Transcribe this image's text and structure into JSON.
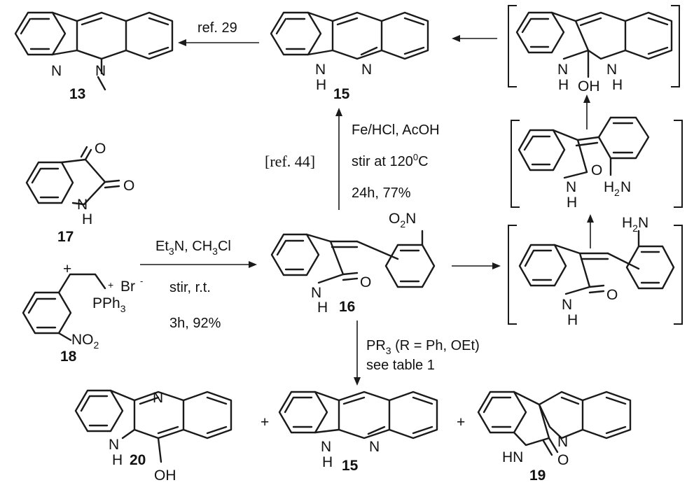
{
  "compounds": {
    "c13": {
      "number": "13",
      "atoms": [
        "N",
        "N"
      ]
    },
    "c15_top": {
      "number": "15",
      "atoms": [
        "N",
        "H",
        "N"
      ]
    },
    "c_hemiaminal": {
      "atoms": [
        "N",
        "H",
        "OH",
        "N",
        "H"
      ]
    },
    "c_amine_top": {
      "atoms": [
        "N",
        "H",
        "O",
        "H",
        "2",
        "N"
      ]
    },
    "c17": {
      "number": "17",
      "atoms": [
        "O",
        "O",
        "N",
        "H"
      ]
    },
    "c18": {
      "number": "18",
      "atoms": [
        "+",
        "Br",
        "-",
        "PPh",
        "3",
        "NO",
        "2"
      ]
    },
    "c16": {
      "number": "16",
      "atoms": [
        "O",
        "2",
        "N",
        "N",
        "H",
        "O"
      ]
    },
    "c_amine_mid": {
      "atoms": [
        "H",
        "2",
        "N",
        "N",
        "H",
        "O"
      ]
    },
    "c20": {
      "number": "20",
      "atoms": [
        "N",
        "N",
        "H",
        "OH"
      ]
    },
    "c15_bottom": {
      "number": "15",
      "atoms": [
        "N",
        "H",
        "N"
      ]
    },
    "c19": {
      "number": "19",
      "atoms": [
        "N",
        "HN",
        "O"
      ]
    }
  },
  "plus_signs": [
    "+",
    "+",
    "+"
  ],
  "conditions": {
    "ref29": "ref. 29",
    "ref44": "[ref. 44]",
    "reduction": {
      "line1": "Fe/HCl, AcOH",
      "line2_prefix": "stir at 120",
      "line2_sup": "0",
      "line2_suffix": "C",
      "line3": "24h, 77%"
    },
    "wittig": {
      "l1a": "Et",
      "l1b": "3",
      "l1c": "N, CH",
      "l1d": "3",
      "l1e": "Cl",
      "line2": "stir, r.t.",
      "line3": "3h, 92%"
    },
    "cadogan": {
      "l1a": "PR",
      "l1b": "3",
      "l1c": " (R = Ph, OEt)",
      "line2": "see table 1"
    }
  }
}
